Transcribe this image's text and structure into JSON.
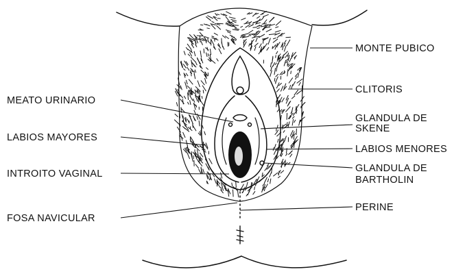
{
  "labels": {
    "monte_pubico": "MONTE PUBICO",
    "clitoris": "CLITORIS",
    "glandula_skene_1": "GLANDULA DE",
    "glandula_skene_2": "SKENE",
    "labios_menores": "LABIOS MENORES",
    "glandula_bartholin_1": "GLANDULA DE",
    "glandula_bartholin_2": "BARTHOLIN",
    "perine": "PERINE",
    "meato_urinario": "MEATO URINARIO",
    "labios_mayores": "LABIOS MAYORES",
    "introito_vaginal": "INTROITO VAGINAL",
    "fosa_navicular": "FOSA NAVICULAR"
  },
  "colors": {
    "ink": "#111111",
    "background": "#ffffff"
  }
}
